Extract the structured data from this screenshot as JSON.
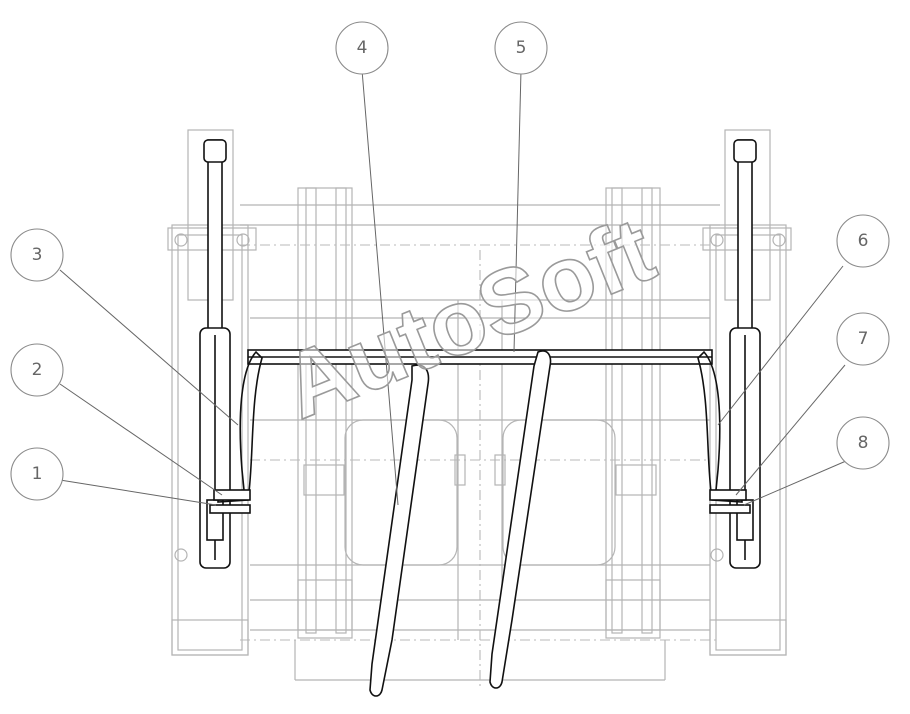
{
  "watermark": "AutoSoft",
  "callouts": [
    "1",
    "2",
    "3",
    "4",
    "5",
    "6",
    "7",
    "8"
  ]
}
